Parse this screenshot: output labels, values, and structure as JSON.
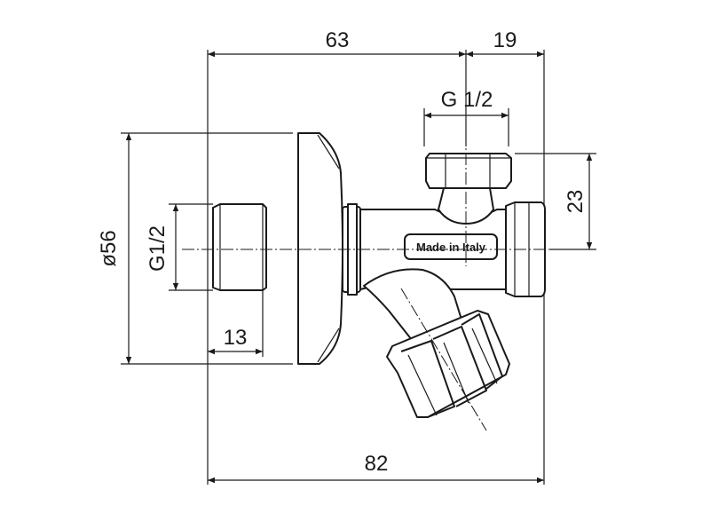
{
  "dimensions": {
    "overall_width": "82",
    "body_length": "63",
    "outlet_offset": "19",
    "top_thread": "G 1/2",
    "outlet_height": "23",
    "flange_diameter": "ø56",
    "inlet_thread": "G1/2",
    "inlet_length": "13"
  },
  "body_marking": "Made in Italy"
}
